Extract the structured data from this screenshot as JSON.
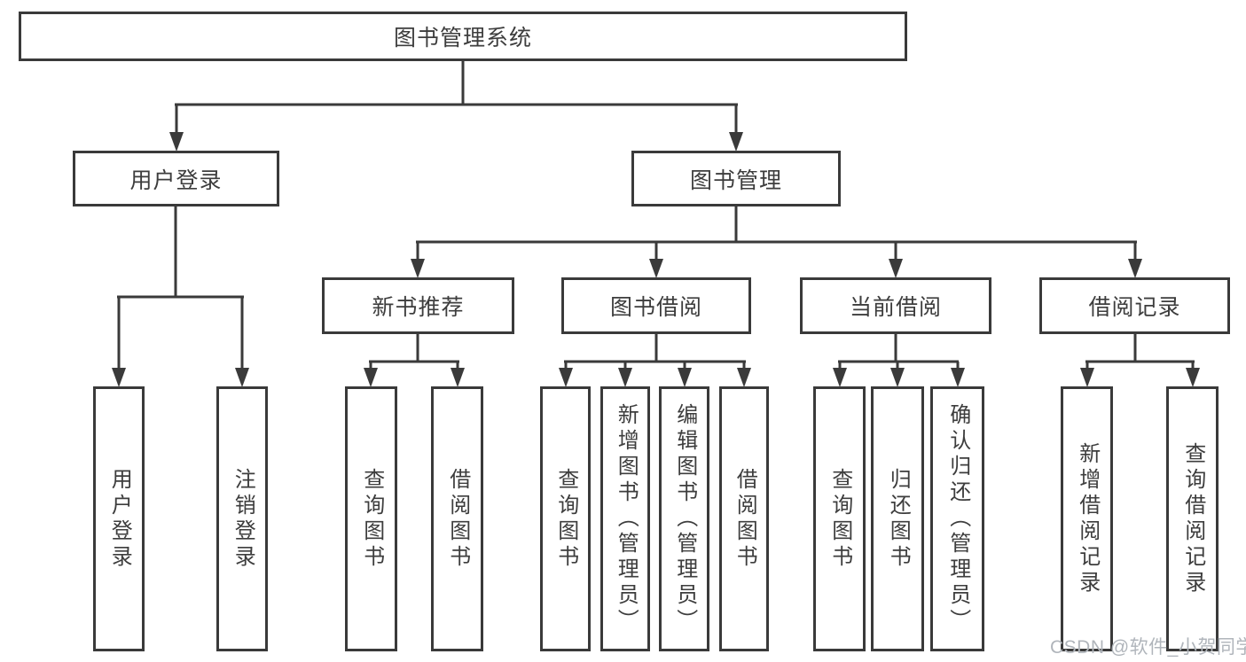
{
  "diagram": {
    "type": "org-hierarchy",
    "tree": {
      "label": "图书管理系统",
      "children": [
        {
          "label": "用户登录",
          "children": [
            {
              "label": "用户登录"
            },
            {
              "label": "注销登录"
            }
          ]
        },
        {
          "label": "图书管理",
          "children": [
            {
              "label": "新书推荐",
              "children": [
                {
                  "label": "查询图书"
                },
                {
                  "label": "借阅图书"
                }
              ]
            },
            {
              "label": "图书借阅",
              "children": [
                {
                  "label": "查询图书"
                },
                {
                  "label": "新增图书（管理员）"
                },
                {
                  "label": "编辑图书（管理员）"
                },
                {
                  "label": "借阅图书"
                }
              ]
            },
            {
              "label": "当前借阅",
              "children": [
                {
                  "label": "查询图书"
                },
                {
                  "label": "归还图书"
                },
                {
                  "label": "确认归还（管理员）"
                }
              ]
            },
            {
              "label": "借阅记录",
              "children": [
                {
                  "label": "新增借阅记录"
                },
                {
                  "label": "查询借阅记录"
                }
              ]
            }
          ]
        }
      ]
    },
    "colors": {
      "line": "#3a3a3a",
      "box_border": "#3a3a3a",
      "text": "#3d3d3d",
      "background": "#ffffff",
      "watermark": "#b0b5bb"
    },
    "watermark": "CSDN @软件_小贺同学"
  }
}
